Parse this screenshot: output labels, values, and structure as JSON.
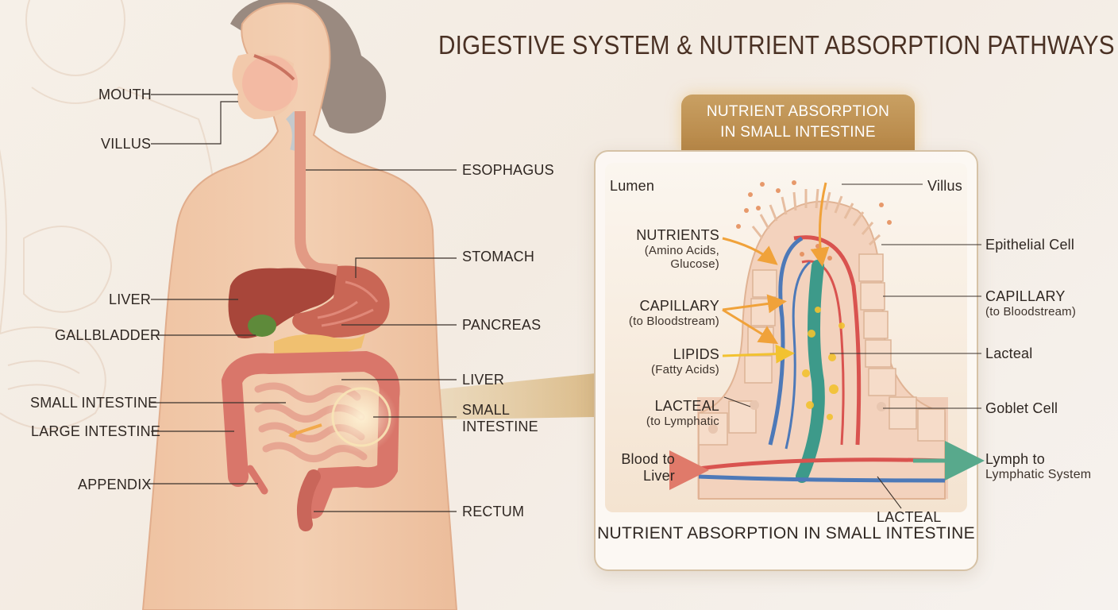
{
  "title": "DIGESTIVE SYSTEM & NUTRIENT ABSORPTION PATHWAYS",
  "body_labels": {
    "mouth": "MOUTH",
    "villus": "VILLUS",
    "esophagus": "ESOPHAGUS",
    "stomach": "STOMACH",
    "liver_left": "LIVER",
    "gallbladder": "GALLBLADDER",
    "pancreas": "PANCREAS",
    "liver_right": "LIVER",
    "small_intestine_left": "SMALL INTESTINE",
    "large_intestine": "LARGE INTESTINE",
    "small_intestine_right_1": "SMALL",
    "small_intestine_right_2": "INTESTINE",
    "appendix": "APPENDIX",
    "rectum": "RECTUM"
  },
  "inset": {
    "badge_line1": "NUTRIENT ABSORPTION",
    "badge_line2": "IN SMALL INTESTINE",
    "lumen": "Lumen",
    "villus": "Villus",
    "nutrients": "NUTRIENTS",
    "nutrients_sub1": "(Amino Acids,",
    "nutrients_sub2": "Glucose)",
    "capillary_left": "CAPILLARY",
    "capillary_left_sub": "(to Bloodstream)",
    "lipids": "LIPIDS",
    "lipids_sub": "(Fatty Acids)",
    "lacteal_left": "LACTEAL",
    "lacteal_left_sub": "(to Lymphatic",
    "blood_to_1": "Blood to",
    "blood_to_2": "Liver",
    "epithelial": "Epithelial Cell",
    "capillary_right": "CAPILLARY",
    "capillary_right_sub": "(to Bloodstream)",
    "lacteal_right": "Lacteal",
    "goblet": "Goblet Cell",
    "lymph_to_1": "Lymph to",
    "lymph_to_2": "Lymphatic System",
    "lacteal_bottom": "LACTEAL",
    "caption": "NUTRIENT ABSORPTION IN SMALL INTESTINE"
  },
  "colors": {
    "skin": "#f0c8a8",
    "liver": "#a8463a",
    "stomach": "#c96655",
    "intestine": "#e29a84",
    "gallbladder": "#5e8a3a",
    "pancreas": "#f0c070",
    "capillary_red": "#d9534f",
    "capillary_blue": "#4d79b8",
    "lacteal_green": "#3d9a8a",
    "lipid_yellow": "#f2c230",
    "gold": "#c19252"
  }
}
